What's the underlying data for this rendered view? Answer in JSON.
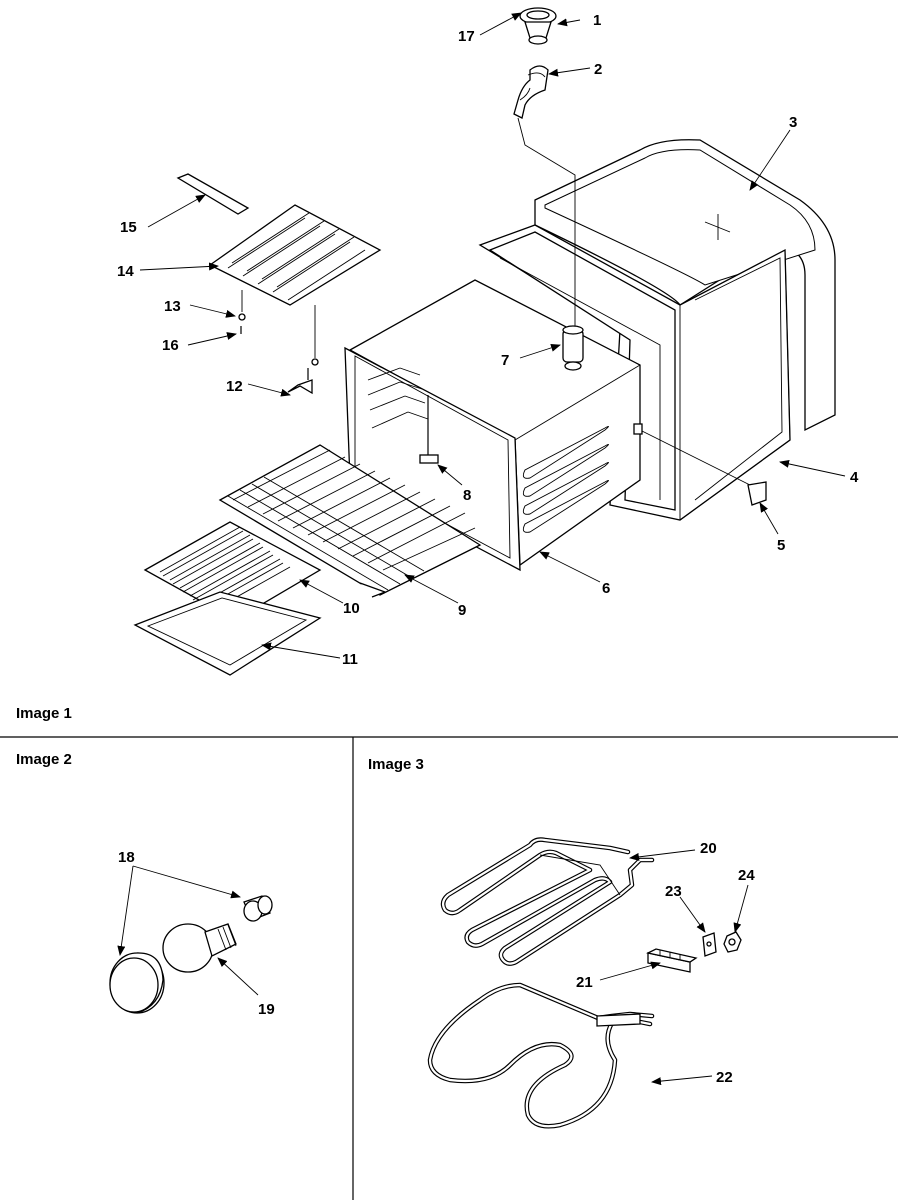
{
  "panels": [
    {
      "caption": "Image 1"
    },
    {
      "caption": "Image 2"
    },
    {
      "caption": "Image 3"
    }
  ],
  "callouts": [
    "1",
    "2",
    "3",
    "4",
    "5",
    "6",
    "7",
    "8",
    "9",
    "10",
    "11",
    "12",
    "13",
    "14",
    "15",
    "16",
    "17",
    "18",
    "19",
    "20",
    "21",
    "22",
    "23",
    "24"
  ]
}
